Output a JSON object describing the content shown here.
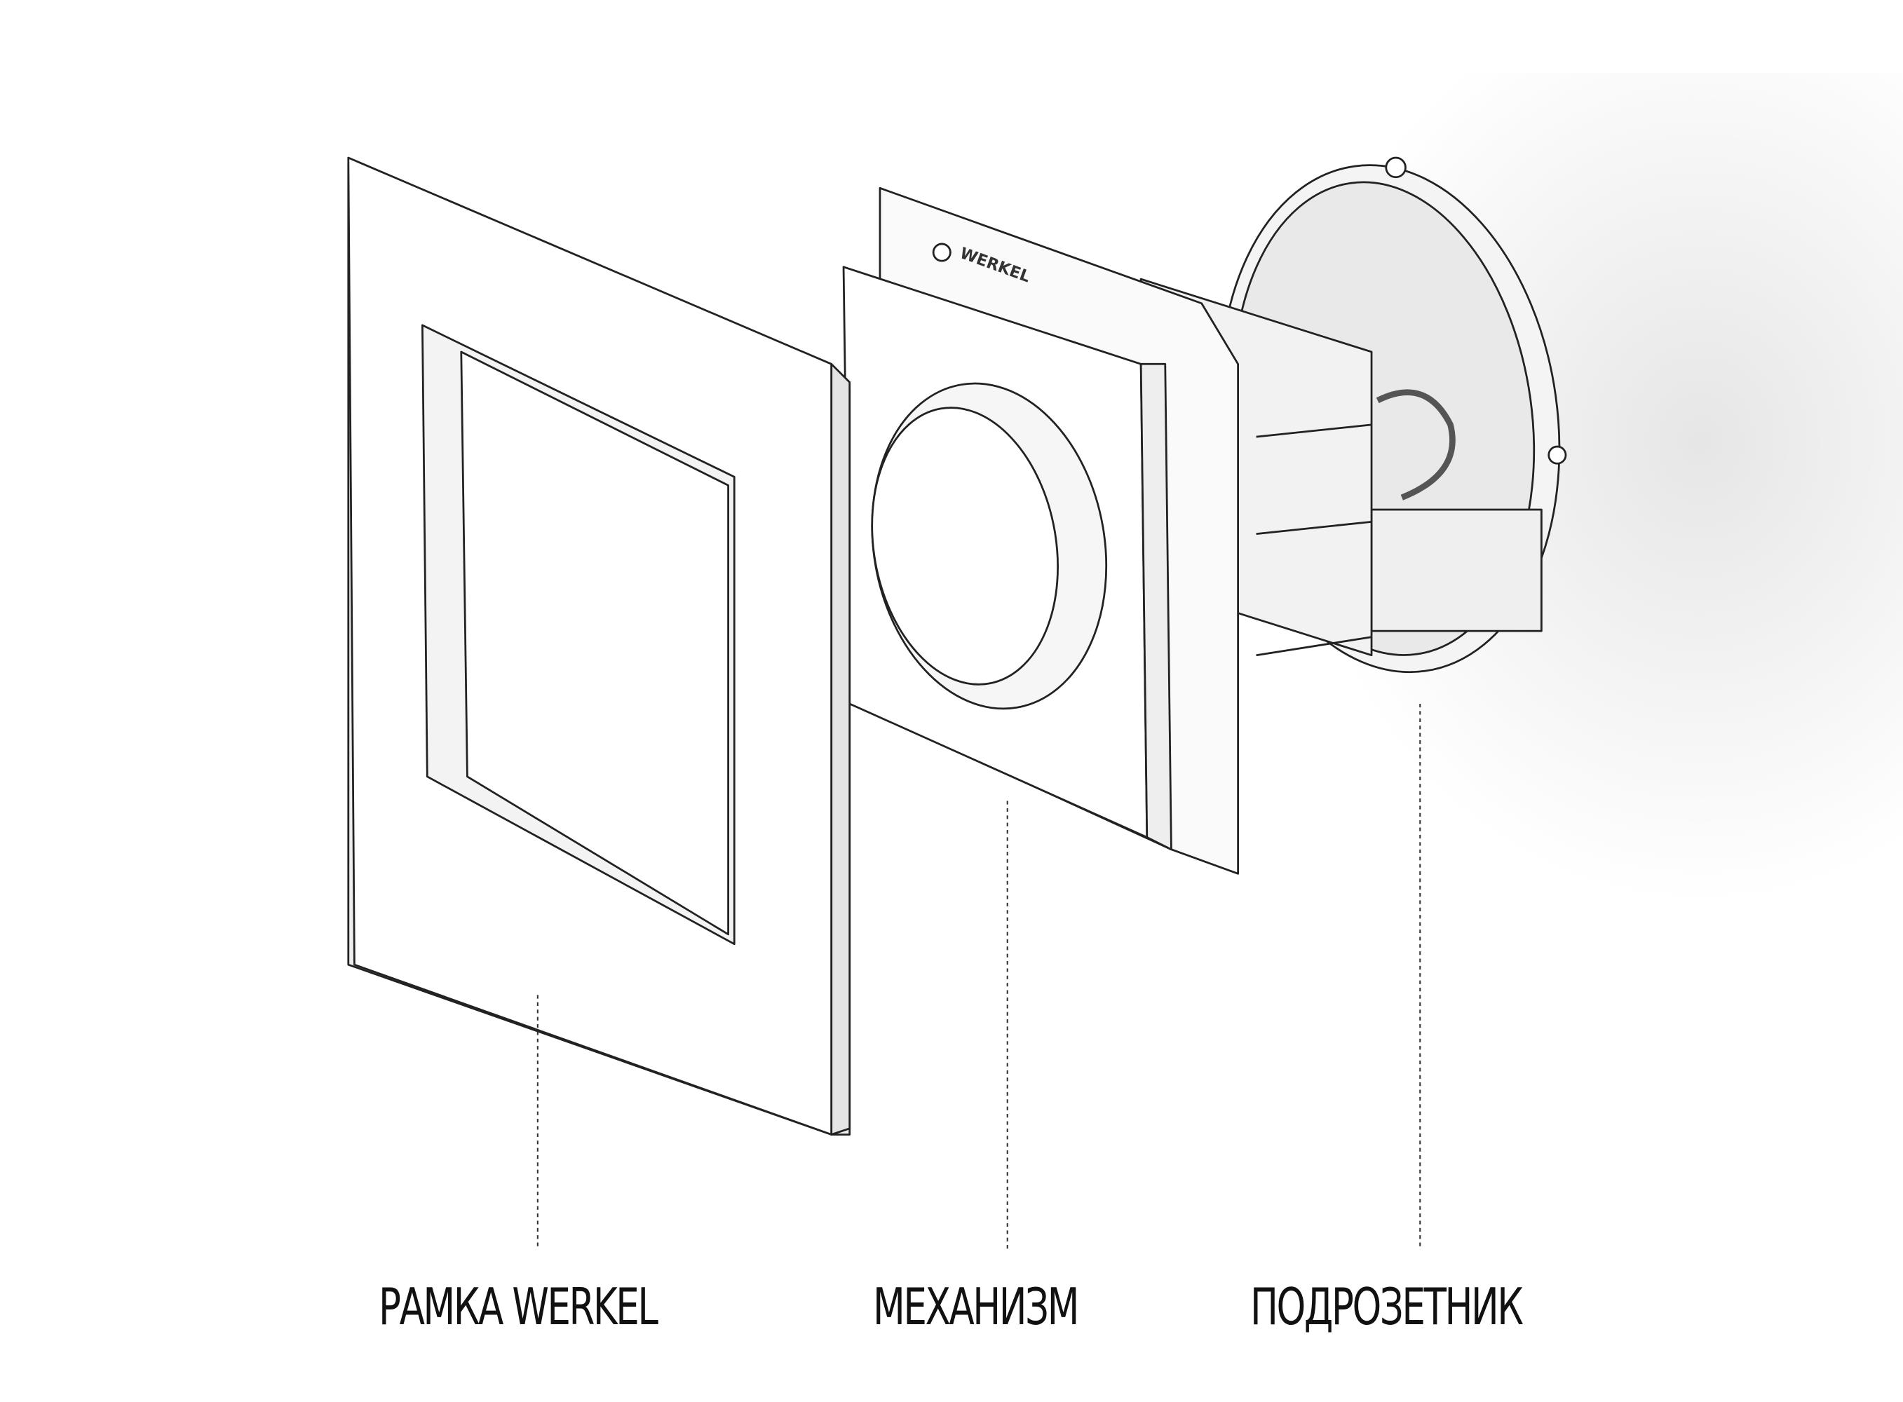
{
  "logo_text": "WERKEL",
  "labels": {
    "frame": "РАМКА WERKEL",
    "mechanism": "МЕХАНИЗМ",
    "box": "ПОДРОЗЕТНИК"
  }
}
